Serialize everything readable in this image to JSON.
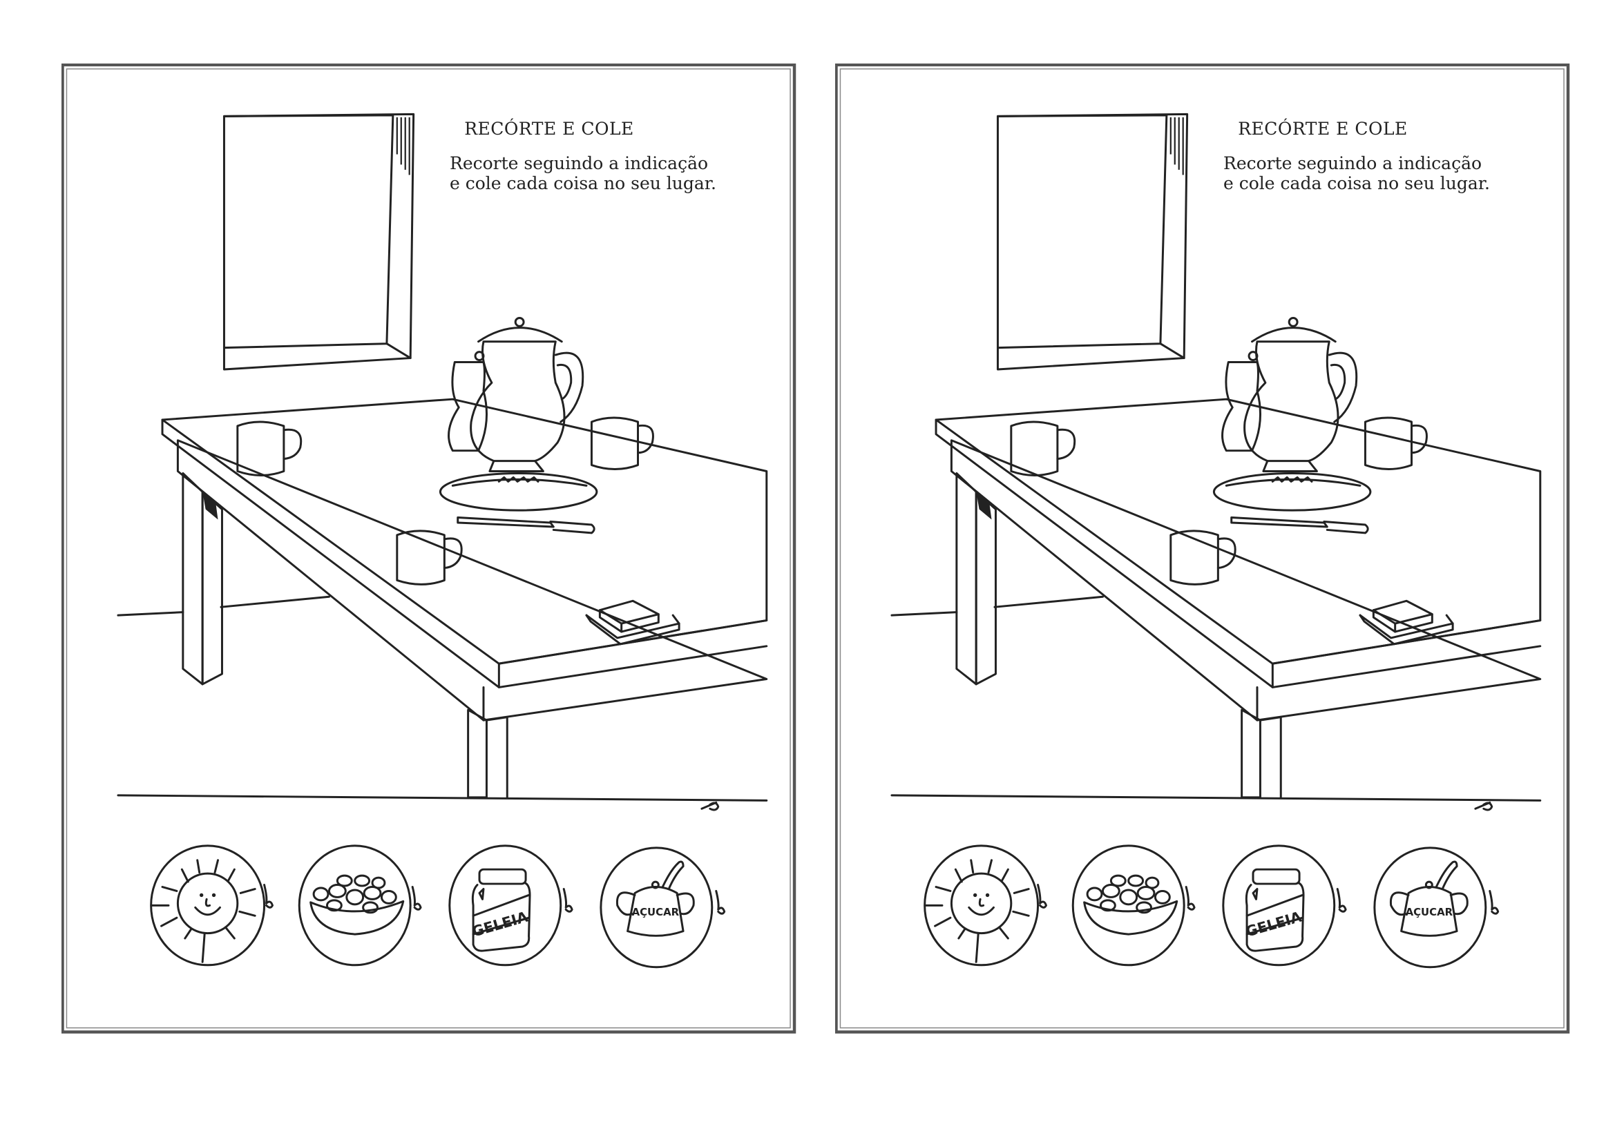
{
  "worksheet": {
    "title": "RECÓRTE E COLE",
    "instruction_line1": "Recorte seguindo a indicação",
    "instruction_line2": "e cole cada coisa no seu lugar.",
    "cutouts": [
      {
        "name": "sun-plate",
        "label": ""
      },
      {
        "name": "cereal-bowl",
        "label": ""
      },
      {
        "name": "jam-jar",
        "label": "GELEIA"
      },
      {
        "name": "sugar-bowl",
        "label": "AÇUCAR"
      }
    ],
    "icons": [
      "scissors-icon"
    ]
  }
}
